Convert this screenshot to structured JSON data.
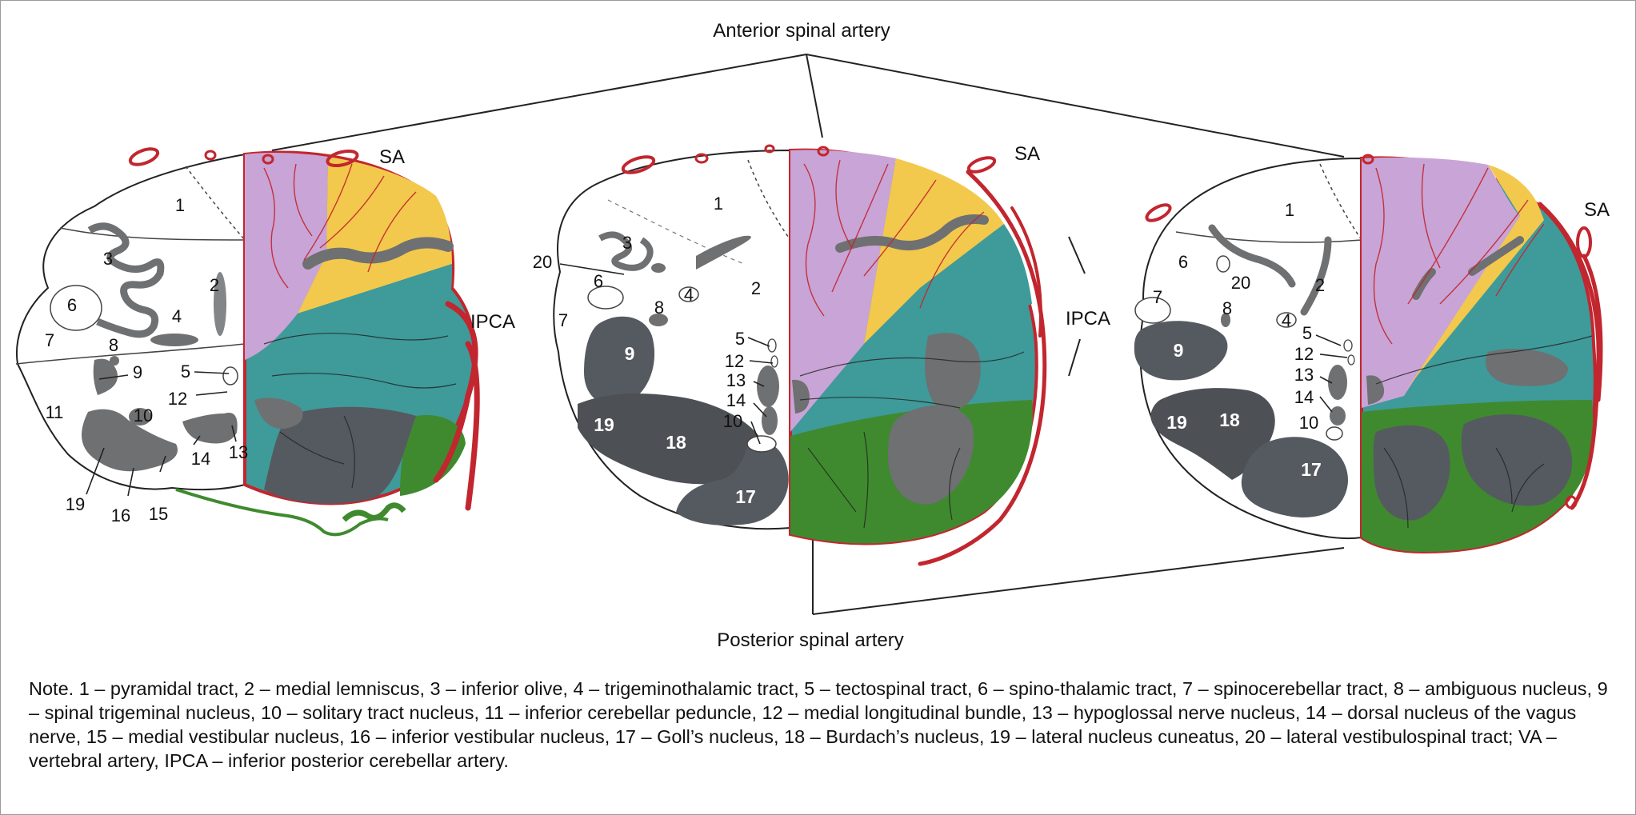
{
  "figure": {
    "top_label": "Anterior spinal artery",
    "bottom_label": "Posterior spinal artery",
    "sections": [
      {
        "artery_labels": {
          "sa": "SA",
          "ipca": "IPCA"
        },
        "numbers": [
          "1",
          "2",
          "3",
          "4",
          "5",
          "6",
          "7",
          "8",
          "9",
          "10",
          "11",
          "12",
          "13",
          "14",
          "15",
          "16",
          "19"
        ]
      },
      {
        "artery_labels": {
          "sa": "SA",
          "ipca": "IPCA"
        },
        "numbers": [
          "1",
          "2",
          "3",
          "4",
          "5",
          "6",
          "7",
          "8",
          "9",
          "10",
          "12",
          "13",
          "14",
          "17",
          "18",
          "19",
          "20"
        ]
      },
      {
        "artery_labels": {
          "sa": "SA"
        },
        "numbers": [
          "1",
          "2",
          "4",
          "5",
          "6",
          "7",
          "8",
          "9",
          "10",
          "12",
          "13",
          "14",
          "17",
          "18",
          "19",
          "20"
        ]
      }
    ]
  },
  "colors": {
    "artery": "#c2262e",
    "pyramidal": "#c9a4d6",
    "lemniscus": "#f2c94c",
    "lateral": "#3f9a9a",
    "posterior": "#3f8a2e",
    "nucleus": "#6f7072",
    "outline": "#222222"
  },
  "note": "Note. 1 – pyramidal tract, 2 – medial lemniscus, 3 – inferior olive, 4 – trigeminothalamic tract, 5 – tectospinal tract, 6 – spino-thalamic tract, 7 – spinocerebellar tract, 8 – ambiguous nucleus, 9 – spinal trigeminal nucleus, 10 – solitary tract nucleus, 11 – inferior cerebellar peduncle, 12 – medial longitudinal bundle, 13 – hypoglossal nerve nucleus, 14 – dorsal nucleus of the vagus nerve, 15 – medial vestibular nucleus, 16 – inferior vestibular nucleus, 17 – Goll’s nucleus, 18 – Burdach’s nucleus, 19 – lateral nucleus cuneatus, 20 – lateral vestibulospinal tract; VA – vertebral artery, IPCA – inferior posterior cerebellar artery."
}
